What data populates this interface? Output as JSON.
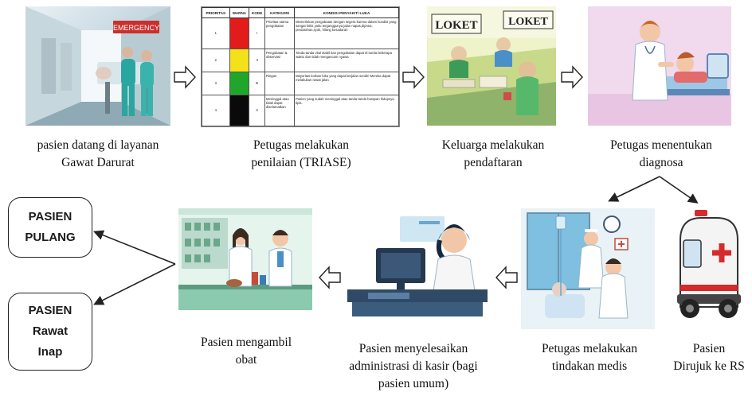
{
  "steps": {
    "s1_caption": [
      "pasien datang di layanan",
      "Gawat Darurat"
    ],
    "s1_sign": "EMERGENCY",
    "s2_caption": [
      "Petugas melakukan",
      "penilaian (TRIASE)"
    ],
    "s3_caption": [
      "Keluarga melakukan",
      "pendaftaran"
    ],
    "s3_signs": [
      "LOKET",
      "LOKET"
    ],
    "s4_caption": [
      "Petugas menentukan",
      "diagnosa"
    ],
    "s5_caption": [
      "Pasien",
      "Dirujuk ke RS"
    ],
    "s6_caption": [
      "Petugas melakukan",
      "tindakan medis"
    ],
    "s7_caption": [
      "Pasien menyelesaikan",
      "administrasi di kasir (bagi",
      "pasien umum)"
    ],
    "s8_caption": [
      "Pasien mengambil",
      "obat"
    ]
  },
  "outcomes": {
    "pulang": [
      "PASIEN",
      "PULANG"
    ],
    "rawat_inap": [
      "PASIEN",
      "Rawat",
      "Inap"
    ]
  },
  "triage_table": {
    "headers": [
      "PRIORITAS",
      "WARNA",
      "KODE",
      "KATEGORI",
      "KONDISI PENYAKIT/ LUKA"
    ],
    "rows": [
      {
        "prioritas": "1",
        "warna": "#e21b1b",
        "kode": "I",
        "kategori": "Prioritas utama pengobatan",
        "kondisi": "Memerlukan pengobatan dengan segera karena dalam kondisi yang sangat kritis yaitu terganggunya jalan napas,dipnea, perdarahan,syok, hilang kesadaran"
      },
      {
        "prioritas": "2",
        "warna": "#f3e21a",
        "kode": "II",
        "kategori": "Pengobatan & observasi",
        "kondisi": "Tanda-tanda vital stabil dan pengobatan dapat di tunda beberapa waktu dan tidak mengancam nyawa"
      },
      {
        "prioritas": "3",
        "warna": "#21a62c",
        "kode": "III",
        "kategori": "Ringan",
        "kondisi": "Mayoritas korban luka yang dapat berjalan sendiri Mereka dapat melakukan rawat jalan"
      },
      {
        "prioritas": "4",
        "warna": "#0a0a0a",
        "kode": "0",
        "kategori": "Meninggal atau tidak dapat diselamatkan",
        "kondisi": "Pasien yang sudah meninggal atau tanda-tanda harapan hidupnya tipis."
      }
    ]
  },
  "colors": {
    "arrow": "#222222",
    "box_border": "#222222",
    "cross_red": "#d62b2b"
  },
  "icons": {
    "block_arrow": "hollow-right-arrow",
    "block_arrow_left": "hollow-left-arrow"
  }
}
